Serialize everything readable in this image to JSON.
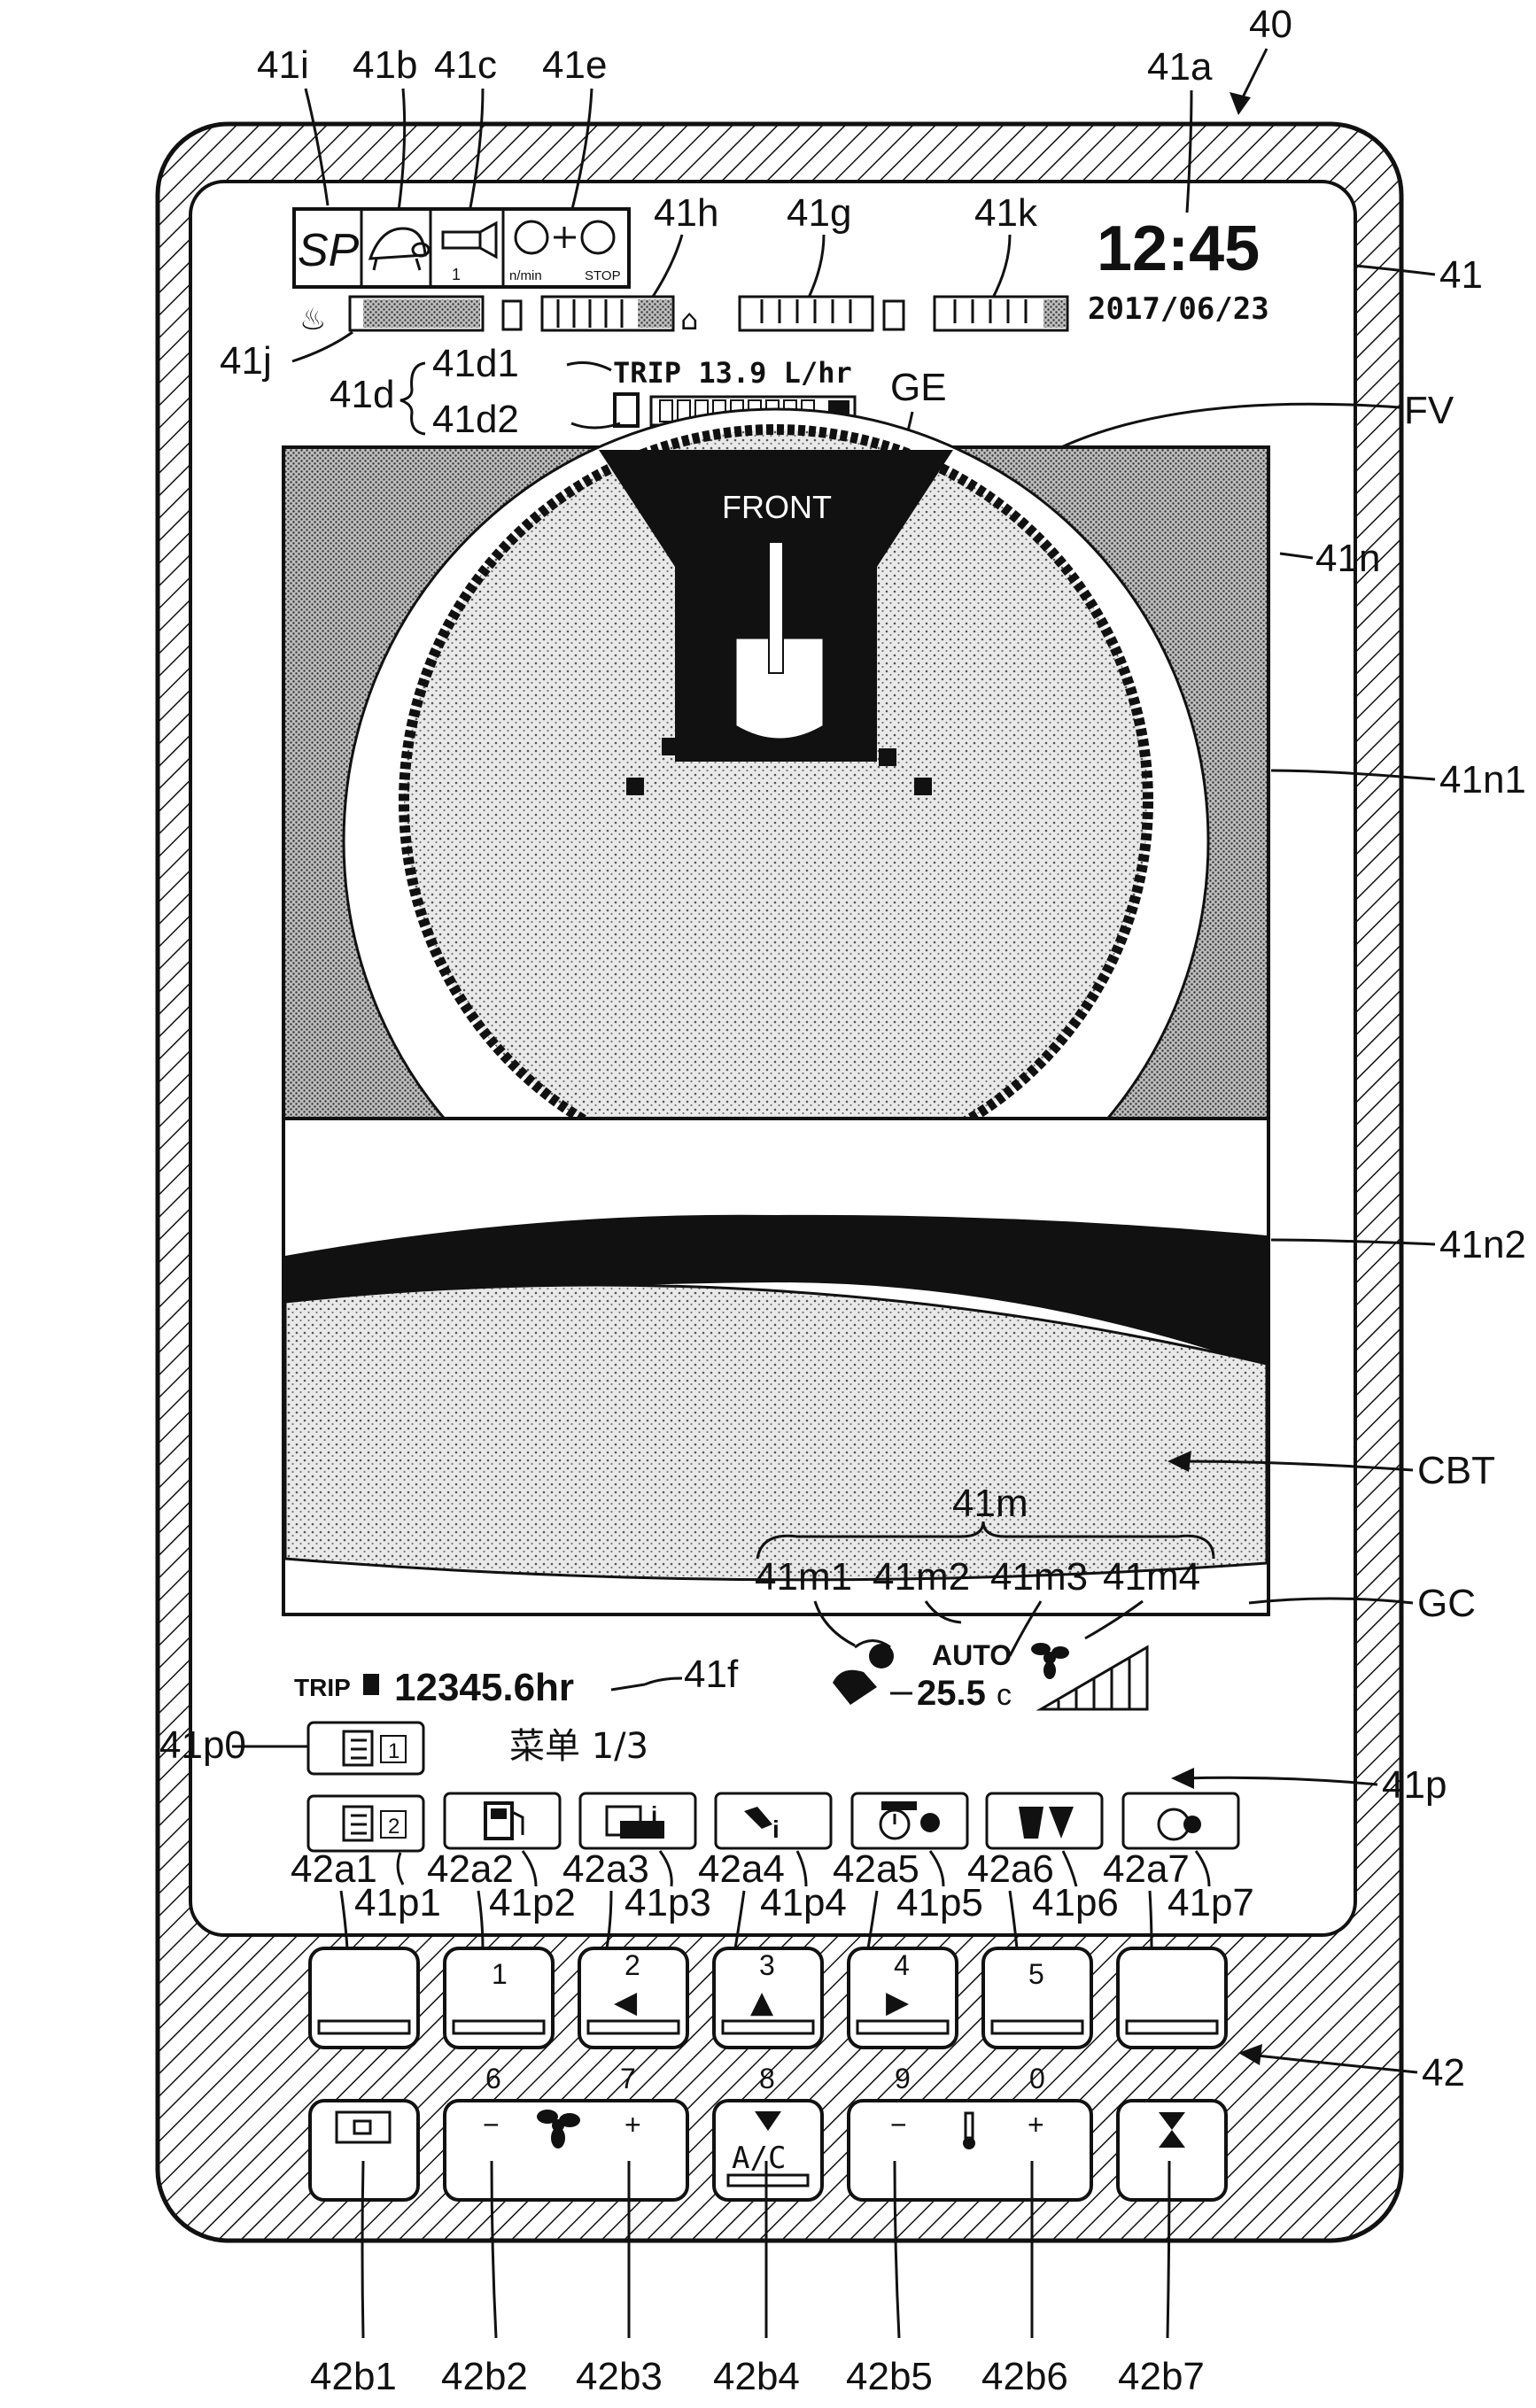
{
  "labels": {
    "device": "40",
    "screen": "41",
    "clock_ref": "41a",
    "turtle_ref": "41b",
    "attach_ref": "41c",
    "fuel_group": "41d",
    "fuel_trip_ref": "41d1",
    "fuel_gauge_ref": "41d2",
    "engine_ref": "41e",
    "hour_ref": "41f",
    "temp_ref": "41g",
    "fuel_ref": "41h",
    "sp_ref": "41i",
    "def_ref": "41j",
    "oil_temp_ref": "41k",
    "climate_group": "41m",
    "climate_1": "41m1",
    "climate_2": "41m2",
    "climate_3": "41m3",
    "climate_4": "41m4",
    "camera_area": "41n",
    "top_view": "41n1",
    "rear_view": "41n2",
    "menu_area": "41p",
    "menu_p0": "41p0",
    "ge": "GE",
    "fv": "FV",
    "cbt": "CBT",
    "gc": "GC",
    "switches": "42"
  },
  "status": {
    "sp": "SP",
    "engine_left": "n/min",
    "engine_right": "STOP",
    "attach_num": "1",
    "time": "12:45",
    "date": "2017/06/23",
    "trip_rate": "TRIP 13.9 L/hr",
    "trip_hours_prefix": "TRIP",
    "trip_hours": "12345.6hr",
    "front": "FRONT",
    "auto": "AUTO",
    "temp": "25.5",
    "temp_unit": "c"
  },
  "menu": {
    "title": "菜单  1/3",
    "p0_num": "1",
    "p1_num": "2",
    "items": [
      {
        "ref": "41p1",
        "switch": "42a1",
        "icon": "menu-list-icon"
      },
      {
        "ref": "41p2",
        "switch": "42a2",
        "icon": "fuel-pump-icon"
      },
      {
        "ref": "41p3",
        "switch": "42a3",
        "icon": "machine-info-icon"
      },
      {
        "ref": "41p4",
        "switch": "42a4",
        "icon": "wrench-icon"
      },
      {
        "ref": "41p5",
        "switch": "42a5",
        "icon": "timer-gear-icon"
      },
      {
        "ref": "41p6",
        "switch": "42a6",
        "icon": "camera-view-icon"
      },
      {
        "ref": "41p7",
        "switch": "42a7",
        "icon": "engine-gear-icon"
      }
    ]
  },
  "switches_row1": [
    {
      "label": "",
      "glyph": ""
    },
    {
      "label": "1",
      "glyph": ""
    },
    {
      "label": "2",
      "glyph": "◀"
    },
    {
      "label": "3",
      "glyph": "▲"
    },
    {
      "label": "4",
      "glyph": "▶"
    },
    {
      "label": "5",
      "glyph": ""
    },
    {
      "label": "",
      "glyph": ""
    }
  ],
  "switches_row2_nums": {
    "n6": "6",
    "n7": "7",
    "n8": "8",
    "n9": "9",
    "n0": "0"
  },
  "switches_row2": {
    "minus": "−",
    "plus": "+",
    "ac": "A/C",
    "refs": [
      "42b1",
      "42b2",
      "42b3",
      "42b4",
      "42b5",
      "42b6",
      "42b7"
    ]
  }
}
